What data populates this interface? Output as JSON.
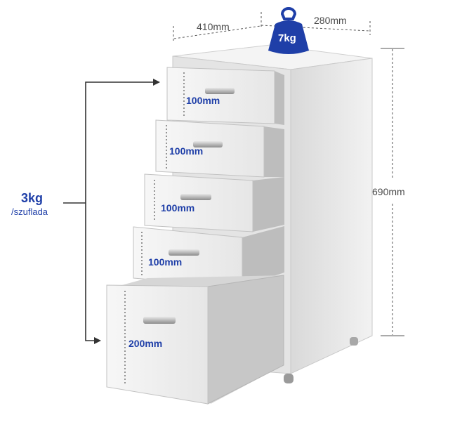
{
  "labels": {
    "depth": "410mm",
    "width": "280mm",
    "height": "690mm",
    "total_weight": "7kg",
    "drawer_load_value": "3kg",
    "drawer_load_unit": "/szuflada",
    "drawer_heights": [
      "100mm",
      "100mm",
      "100mm",
      "100mm",
      "200mm"
    ]
  },
  "colors": {
    "accent": "#1f3fa8",
    "dimension_text": "#4a4a4a",
    "cabinet": "#ececec"
  },
  "icons": {
    "weight": "kettlebell-weight-icon"
  }
}
